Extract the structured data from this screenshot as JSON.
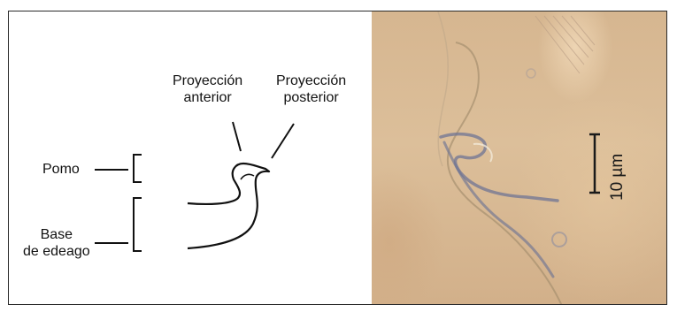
{
  "labels": {
    "anterior_projection": [
      "Proyección",
      "anterior"
    ],
    "posterior_projection": [
      "Proyección",
      "posterior"
    ],
    "pomo": "Pomo",
    "base_edeago": [
      "Base",
      "de edeago"
    ]
  },
  "scale_bar": {
    "label": "10 µm"
  },
  "colors": {
    "ink": "#111111",
    "border": "#2a2a2a",
    "photo_bg": "#d8b994",
    "photo_structure": "#7a7e98"
  }
}
